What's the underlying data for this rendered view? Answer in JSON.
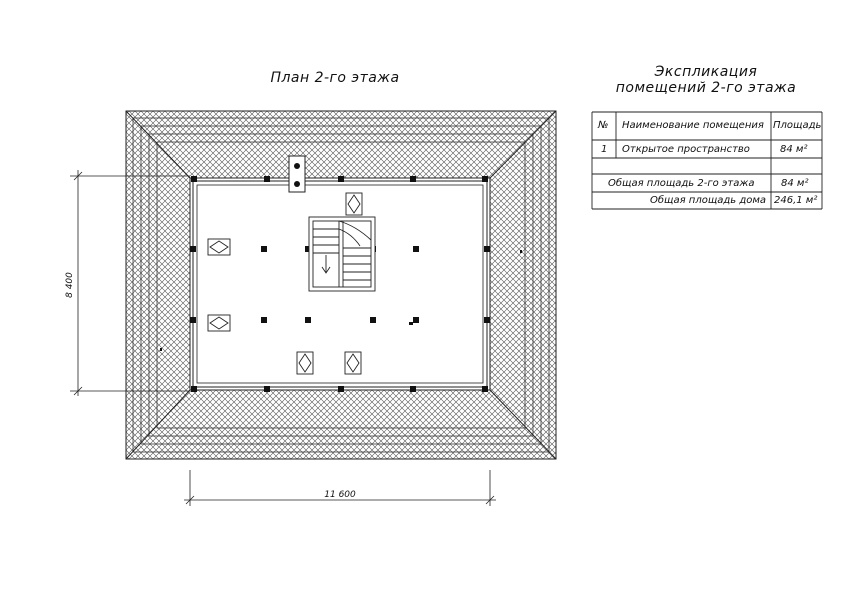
{
  "plan": {
    "title": "План 2-го этажа",
    "dim_width": "11 600",
    "dim_height": "8 400"
  },
  "explication": {
    "title_line1": "Экспликация",
    "title_line2": "помещений 2-го этажа",
    "headers": {
      "num": "№",
      "name": "Наименование помещения",
      "area": "Площадь"
    },
    "rows": [
      {
        "num": "1",
        "name": "Открытое пространство",
        "area": "84 м²"
      }
    ],
    "total_floor_label": "Общая площадь 2-го этажа",
    "total_floor_value": "84 м²",
    "total_house_label": "Общая площадь дома",
    "total_house_value": "246,1 м²"
  }
}
